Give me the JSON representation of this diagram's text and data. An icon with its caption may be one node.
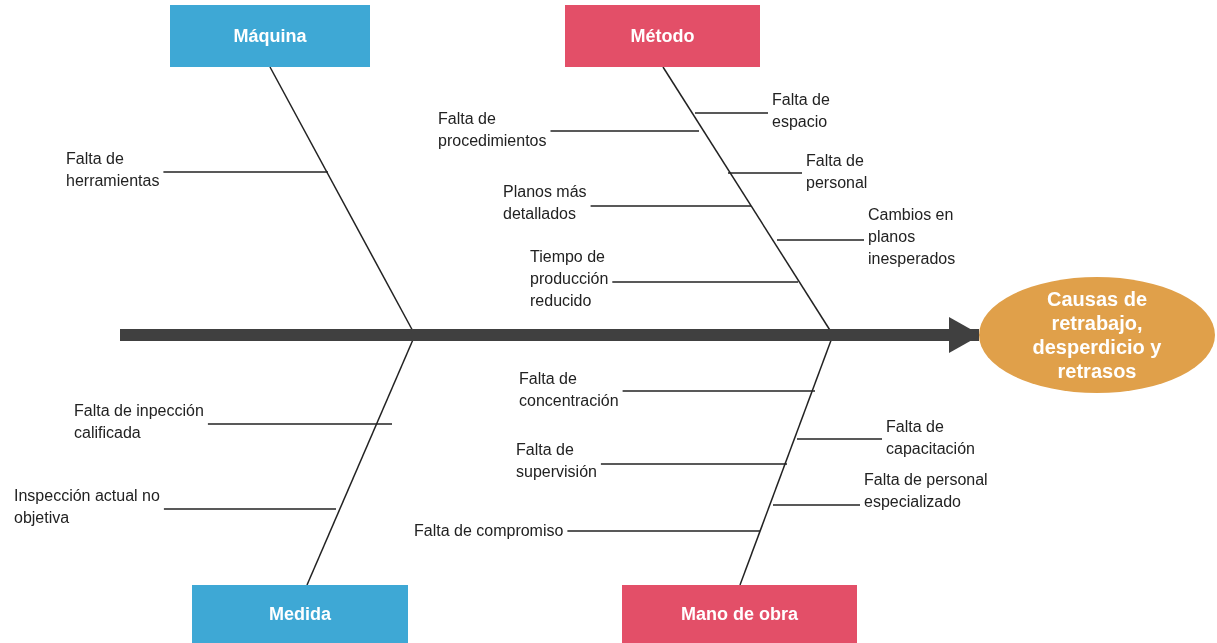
{
  "diagram": {
    "nodes": [
      {
        "text": [
          "Máquina"
        ]
      },
      {
        "text": [
          "Método"
        ]
      },
      {
        "text": [
          "Falta de herramientas"
        ]
      },
      {
        "text": [
          "Falta de procedimientos"
        ]
      },
      {
        "text": [
          "Falta de espacio"
        ]
      },
      {
        "text": [
          "Falta de personal"
        ]
      },
      {
        "text": [
          "Planos más detallados"
        ]
      },
      {
        "text": [
          "Cambios en planos inesperados"
        ]
      },
      {
        "text": [
          "Tiempo de producción reducido"
        ]
      },
      {
        "text": [
          "Causas de retrabajo, desperdicio y retrasos"
        ]
      },
      {
        "text": [
          "Falta de concentración"
        ]
      },
      {
        "text": [
          "Falta de capacitación"
        ]
      },
      {
        "text": [
          "Falta de inpección calificada"
        ]
      },
      {
        "text": [
          "Falta de supervisión"
        ]
      },
      {
        "text": [
          "Falta de personal especializado"
        ]
      },
      {
        "text": [
          "Inspección actual no objetiva"
        ]
      },
      {
        "text": [
          "Falta de compromiso"
        ]
      },
      {
        "text": [
          "Medida"
        ]
      },
      {
        "text": [
          "Mano de obra"
        ]
      }
    ],
    "edges": [
      {
        "from": 0,
        "to": 9,
        "arrow": "to",
        "style": "thick"
      },
      {
        "from": 1,
        "to": 9,
        "arrow": "to",
        "style": "thick"
      },
      {
        "from": 17,
        "to": 9,
        "arrow": "to",
        "style": "thick"
      },
      {
        "from": 18,
        "to": 9,
        "arrow": "to",
        "style": "thick"
      },
      {
        "from": 2,
        "to": null,
        "arrow": "none"
      },
      {
        "from": 3,
        "to": null,
        "arrow": "none"
      },
      {
        "from": 4,
        "to": null,
        "arrow": "none"
      },
      {
        "from": 5,
        "to": null,
        "arrow": "none"
      },
      {
        "from": 6,
        "to": null,
        "arrow": "none"
      },
      {
        "from": 7,
        "to": null,
        "arrow": "none"
      },
      {
        "from": 8,
        "to": null,
        "arrow": "none"
      },
      {
        "from": 10,
        "to": null,
        "arrow": "none"
      },
      {
        "from": 11,
        "to": null,
        "arrow": "none"
      },
      {
        "from": 12,
        "to": null,
        "arrow": "none"
      },
      {
        "from": 13,
        "to": null,
        "arrow": "none"
      },
      {
        "from": 14,
        "to": null,
        "arrow": "none"
      },
      {
        "from": 15,
        "to": null,
        "arrow": "none"
      },
      {
        "from": 16,
        "to": null,
        "arrow": "none"
      }
    ]
  }
}
